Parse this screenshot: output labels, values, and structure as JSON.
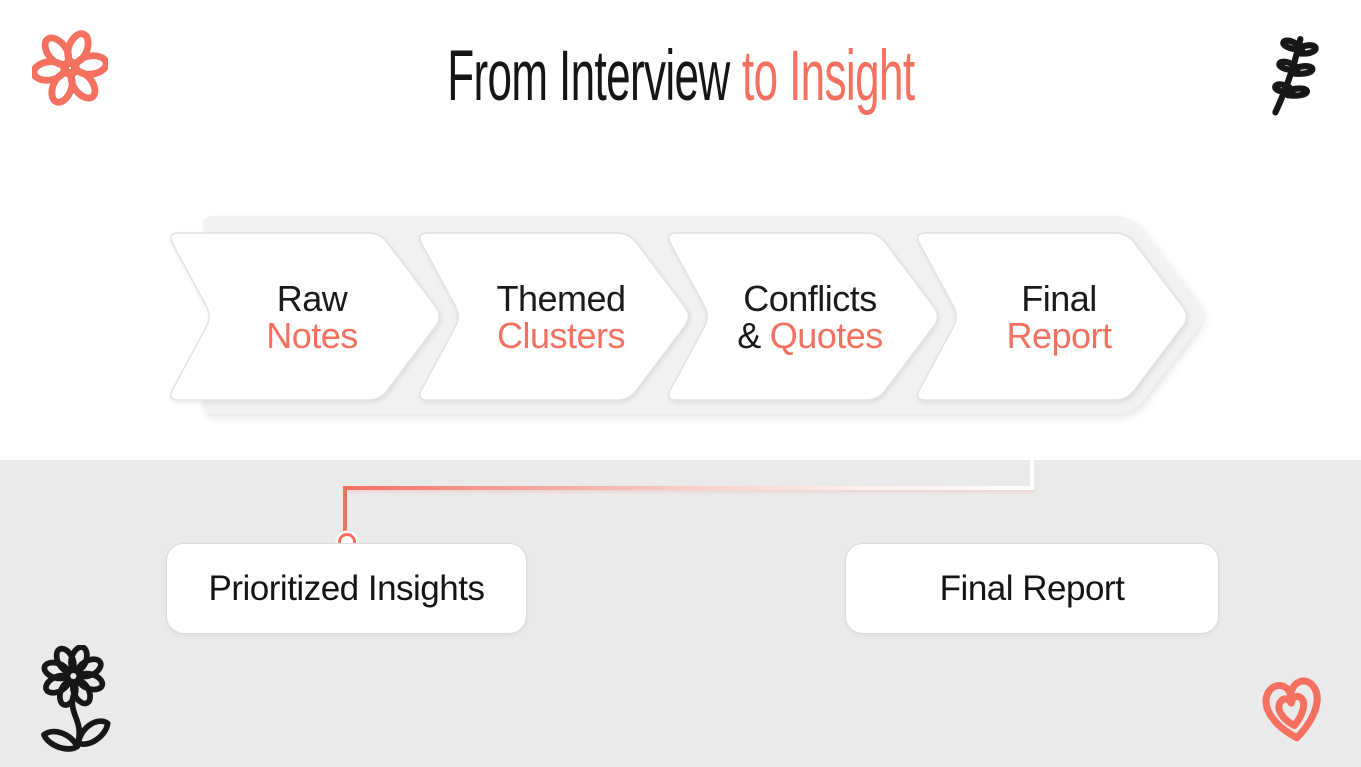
{
  "title": {
    "black": "From Interview",
    "accent": "to Insight"
  },
  "colors": {
    "accent": "#F5705F",
    "title_black": "#151515",
    "band_fill": "#F2F2F2",
    "chevron_fill": "#FFFFFF",
    "chevron_border": "#E1E1E1",
    "bottom_background": "#EAEAEA"
  },
  "flow": {
    "steps": [
      {
        "top": "Raw",
        "bottom_black": "",
        "bottom_accent": "Notes"
      },
      {
        "top": "Themed",
        "bottom_black": "",
        "bottom_accent": "Clusters"
      },
      {
        "top": "Conflicts",
        "bottom_black": "&",
        "bottom_accent": "Quotes"
      },
      {
        "top": "Final",
        "bottom_black": "",
        "bottom_accent": "Report"
      }
    ]
  },
  "cards": [
    {
      "label": "Prioritized Insights"
    },
    {
      "label": "Final Report"
    }
  ],
  "icons": [
    "flower-outline-icon",
    "branch-doodle-icon",
    "daisy-doodle-icon",
    "double-heart-icon"
  ]
}
